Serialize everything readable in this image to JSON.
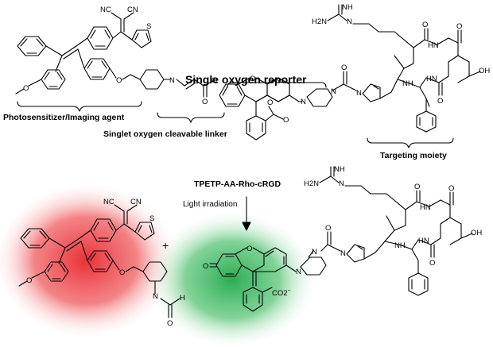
{
  "labels": {
    "reporter": "Single oxygen reporter",
    "photosensitizer": "Photosensitizer/Imaging agent",
    "linker": "Singlet oxygen cleavable linker",
    "targeting": "Targeting moiety",
    "compound": "TPETP-AA-Rho-cRGD",
    "light": "Light irradiation",
    "plus": "+"
  },
  "atoms": {
    "nc": "NC",
    "cn": "CN",
    "s": "S",
    "o": "O",
    "n": "N",
    "nh": "NH",
    "hn": "HN",
    "h2n": "H2N",
    "oh": "OH",
    "h": "H",
    "co2": "CO2"
  },
  "colors": {
    "red_glow": "#e8252b",
    "green_glow": "#1fa84a",
    "ink": "#000000"
  }
}
